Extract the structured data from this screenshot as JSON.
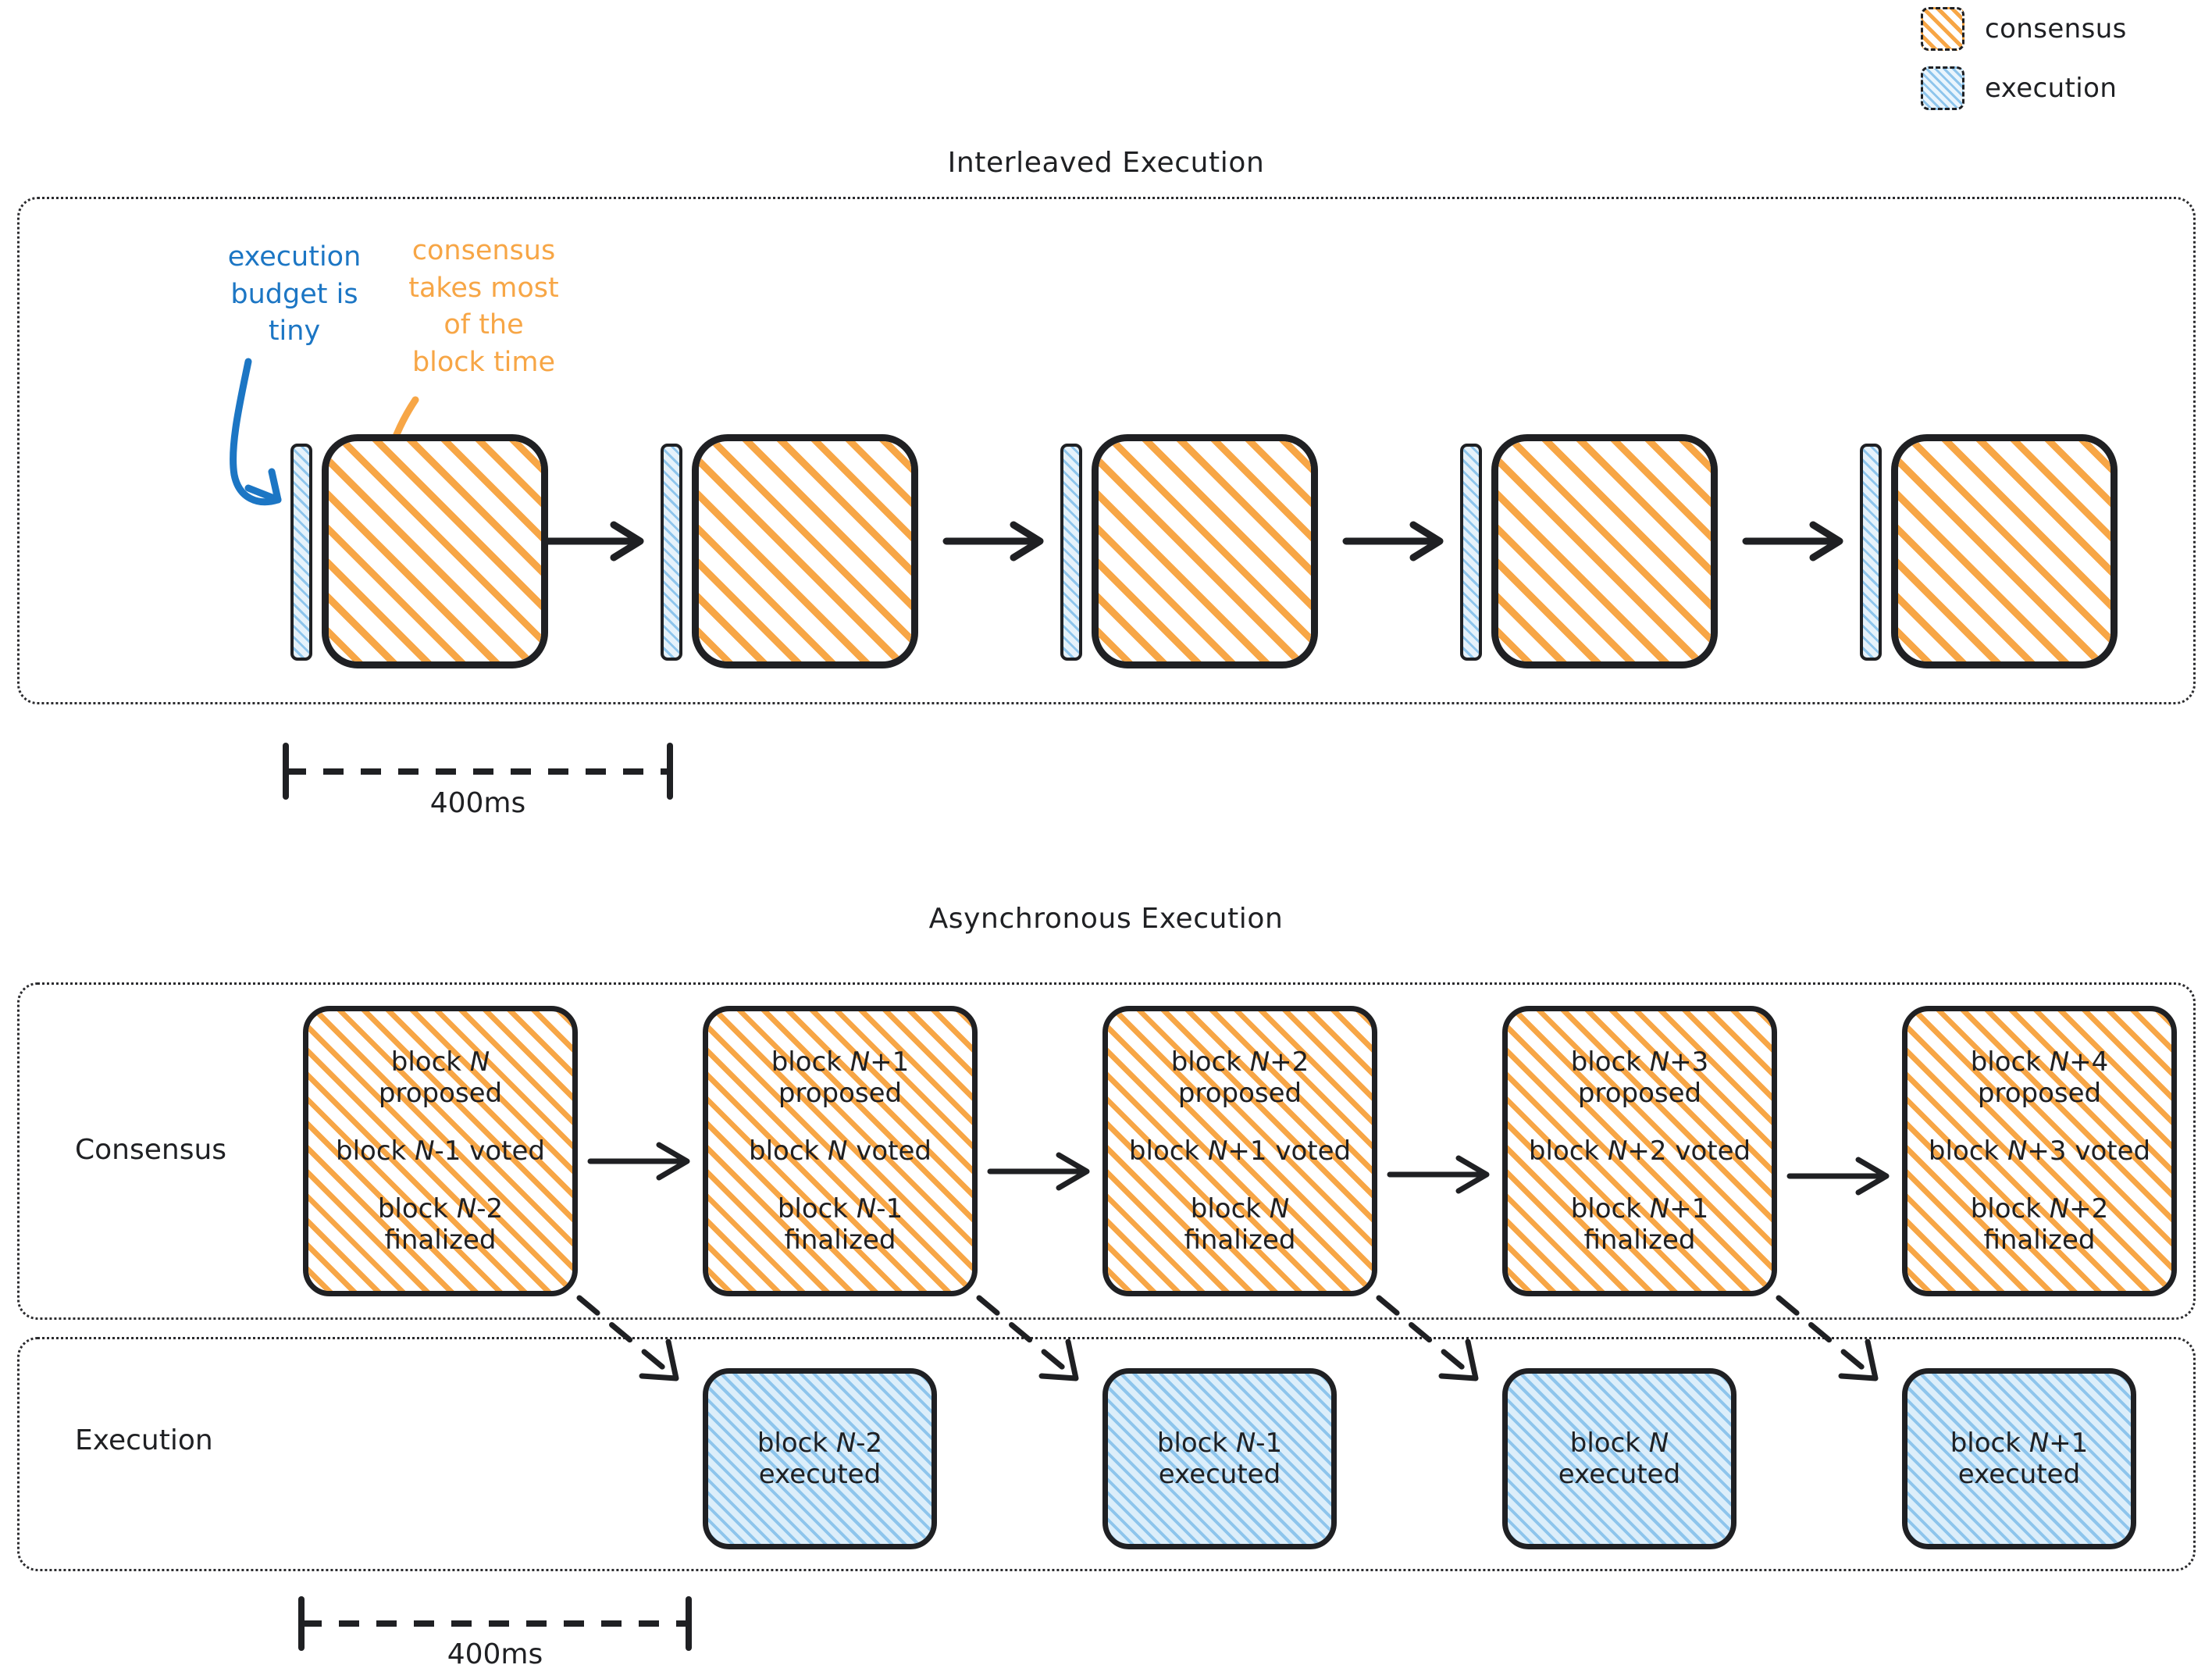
{
  "legend": {
    "items": [
      {
        "label": "consensus",
        "swatch": "consensus-hatch",
        "color": "#F7A646"
      },
      {
        "label": "execution",
        "swatch": "execution-hatch",
        "color": "#8EC5EC"
      }
    ]
  },
  "colors": {
    "consensus": "#F7A646",
    "execution": "#8EC5EC",
    "execution_fill": "#dceefa",
    "annotation_blue": "#1C76C4",
    "ink": "#1F2023"
  },
  "interleaved": {
    "title": "Interleaved Execution",
    "annotations": {
      "execution_note": "execution\nbudget is\ntiny",
      "execution_note_lines": [
        "execution",
        "budget is",
        "tiny"
      ],
      "consensus_note": "consensus\ntakes most\nof the\nblock time",
      "consensus_note_lines": [
        "consensus",
        "takes most",
        "of the",
        "block time"
      ]
    },
    "slot_count": 5,
    "ruler": {
      "label": "400ms"
    }
  },
  "asynchronous": {
    "title": "Asynchronous Execution",
    "rows": [
      {
        "label": "Consensus"
      },
      {
        "label": "Execution"
      }
    ],
    "consensus_blocks": [
      {
        "proposed": "block N",
        "proposed_suffix": "proposed",
        "voted": "block N-1 voted",
        "finalized": "block N-2",
        "finalized_suffix": "finalized"
      },
      {
        "proposed": "block N+1",
        "proposed_suffix": "proposed",
        "voted": "block N voted",
        "finalized": "block N-1",
        "finalized_suffix": "finalized"
      },
      {
        "proposed": "block N+2",
        "proposed_suffix": "proposed",
        "voted": "block N+1 voted",
        "finalized": "block N",
        "finalized_suffix": "finalized"
      },
      {
        "proposed": "block N+3",
        "proposed_suffix": "proposed",
        "voted": "block N+2 voted",
        "finalized": "block N+1",
        "finalized_suffix": "finalized"
      },
      {
        "proposed": "block N+4",
        "proposed_suffix": "proposed",
        "voted": "block N+3 voted",
        "finalized": "block N+2",
        "finalized_suffix": "finalized"
      }
    ],
    "execution_blocks": [
      {
        "block": "block N-2",
        "state": "executed"
      },
      {
        "block": "block N-1",
        "state": "executed"
      },
      {
        "block": "block N",
        "state": "executed"
      },
      {
        "block": "block N+1",
        "state": "executed"
      }
    ],
    "ruler": {
      "label": "400ms"
    }
  }
}
